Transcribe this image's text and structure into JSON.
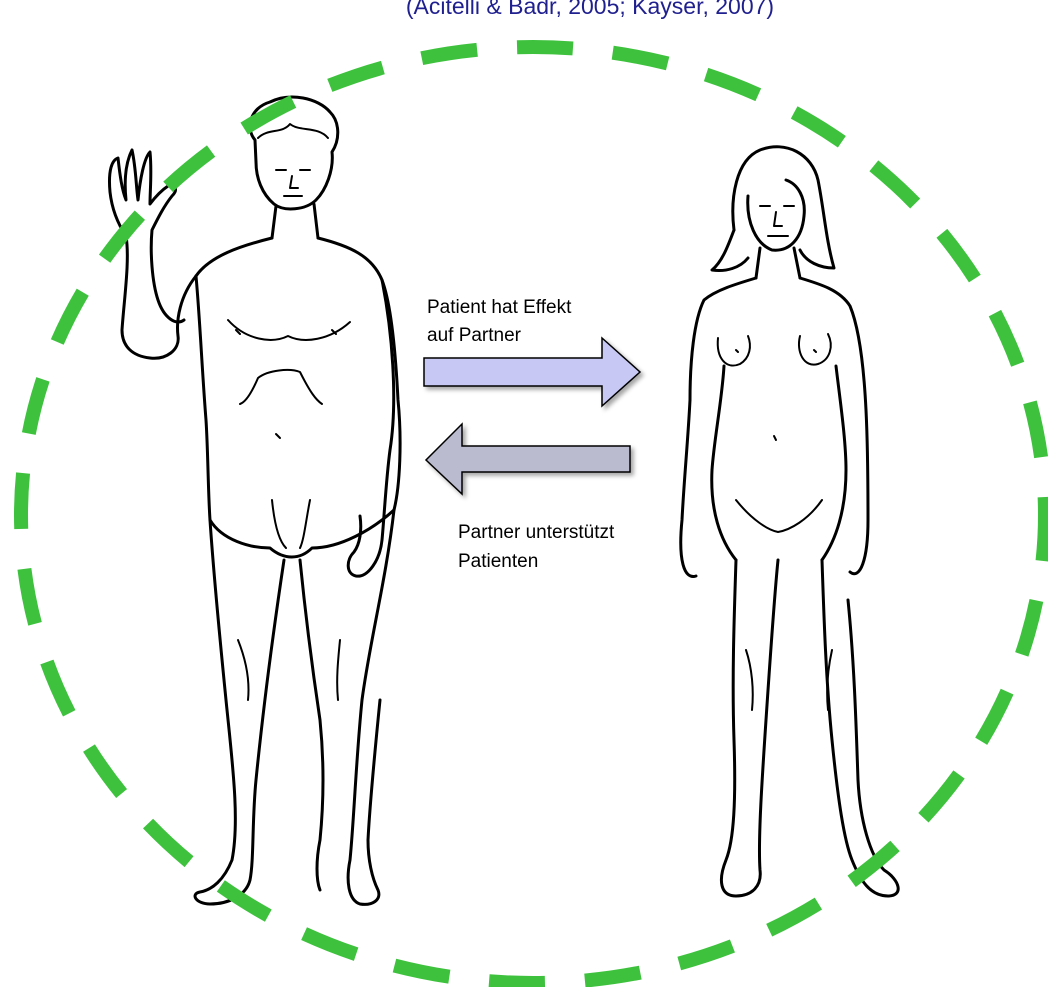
{
  "citation": "(Acitelli & Badr, 2005; Kayser, 2007)",
  "arrow_right": {
    "label_line1": "Patient hat Effekt",
    "label_line2": "auf Partner"
  },
  "arrow_left": {
    "label_line1": "Partner unterstützt",
    "label_line2": "Patienten"
  },
  "colors": {
    "circle": "#3ec23e",
    "citation_text": "#1f1f8f",
    "arrow_right_fill": "#c8c8f4",
    "arrow_left_fill": "#bbbbcf",
    "arrow_stroke": "#000000",
    "figure_stroke": "#000000"
  },
  "icons": {
    "man": "man-figure-icon",
    "woman": "woman-figure-icon"
  }
}
